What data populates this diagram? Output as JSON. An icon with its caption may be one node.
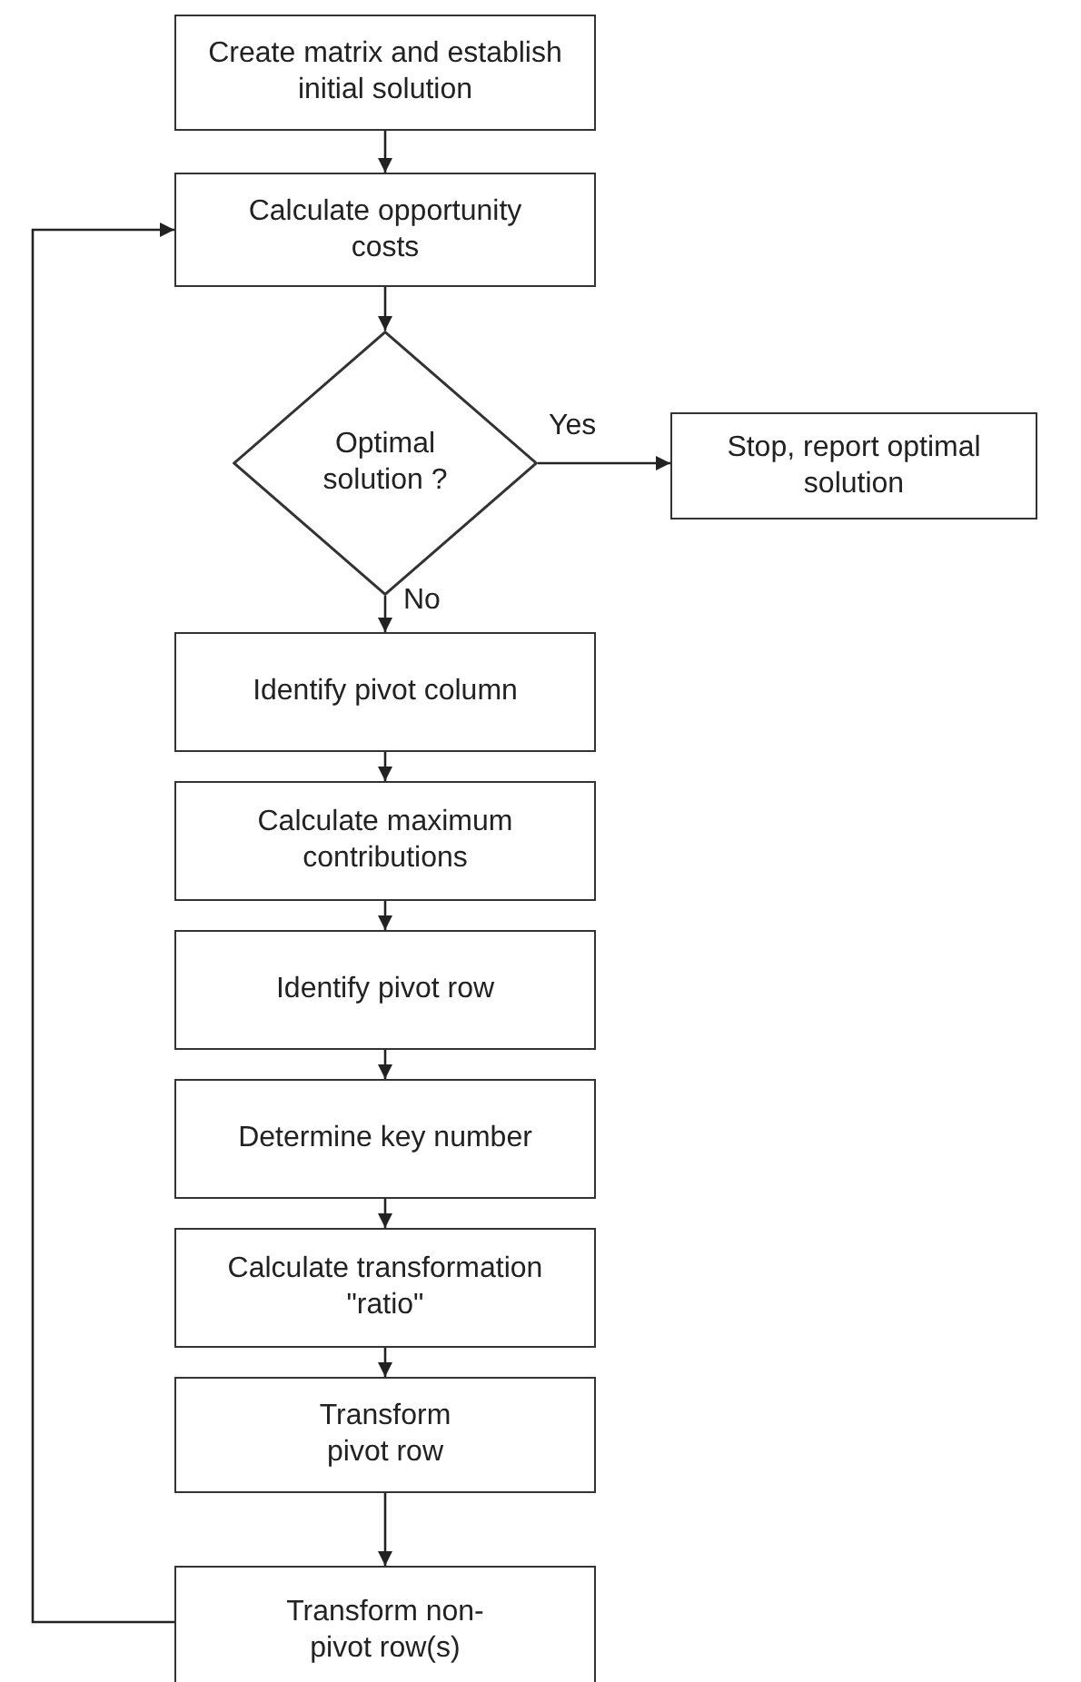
{
  "diagram": {
    "nodes": [
      {
        "text": [
          "Create matrix and establish initial solution"
        ]
      },
      {
        "text": [
          "Calculate opportunity costs"
        ]
      },
      {
        "text": [
          "Optimal solution ?"
        ]
      },
      {
        "text": [
          "Stop, report optimal solution"
        ]
      },
      {
        "text": [
          "Identify pivot column"
        ]
      },
      {
        "text": [
          "Calculate maximum contributions"
        ]
      },
      {
        "text": [
          "Identify pivot row"
        ]
      },
      {
        "text": [
          "Determine key number"
        ]
      },
      {
        "text": [
          "Calculate transformation \"ratio\""
        ]
      },
      {
        "text": [
          "Transform pivot row"
        ]
      },
      {
        "text": [
          "Transform non-pivot row(s)"
        ]
      }
    ],
    "edges": [
      {
        "from": 0,
        "to": 1,
        "arrow": "to"
      },
      {
        "from": 1,
        "to": 2,
        "arrow": "to"
      },
      {
        "from": 2,
        "to": 3,
        "arrow": "to",
        "label": "Yes"
      },
      {
        "from": 2,
        "to": 4,
        "arrow": "to",
        "label": "No"
      },
      {
        "from": 4,
        "to": 5,
        "arrow": "to"
      },
      {
        "from": 5,
        "to": 6,
        "arrow": "to"
      },
      {
        "from": 6,
        "to": 7,
        "arrow": "to"
      },
      {
        "from": 7,
        "to": 8,
        "arrow": "to"
      },
      {
        "from": 8,
        "to": 9,
        "arrow": "to"
      },
      {
        "from": 9,
        "to": 10,
        "arrow": "to"
      },
      {
        "from": 10,
        "to": 1,
        "arrow": "to"
      }
    ]
  }
}
